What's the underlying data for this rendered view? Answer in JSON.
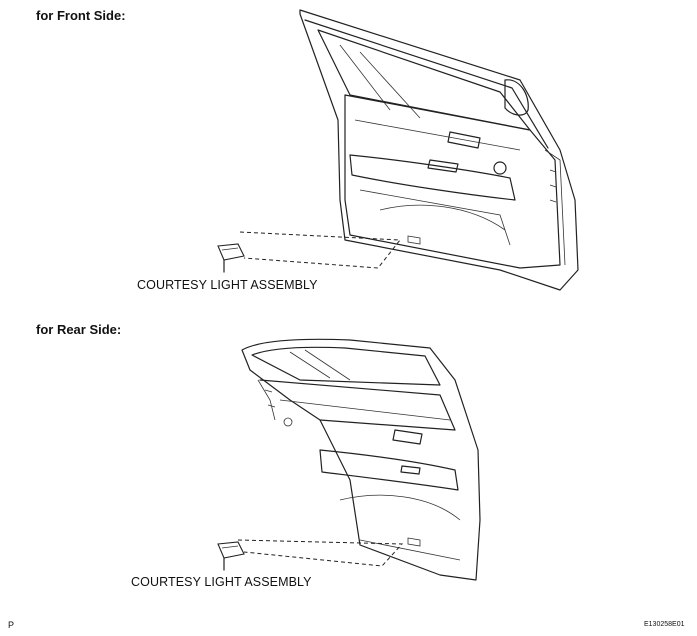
{
  "front": {
    "heading": "for Front Side:",
    "part_label": "COURTESY LIGHT ASSEMBLY"
  },
  "rear": {
    "heading": "for Rear Side:",
    "part_label": "COURTESY LIGHT ASSEMBLY"
  },
  "footer": {
    "left_mark": "P",
    "figure_code": "E130258E01"
  }
}
